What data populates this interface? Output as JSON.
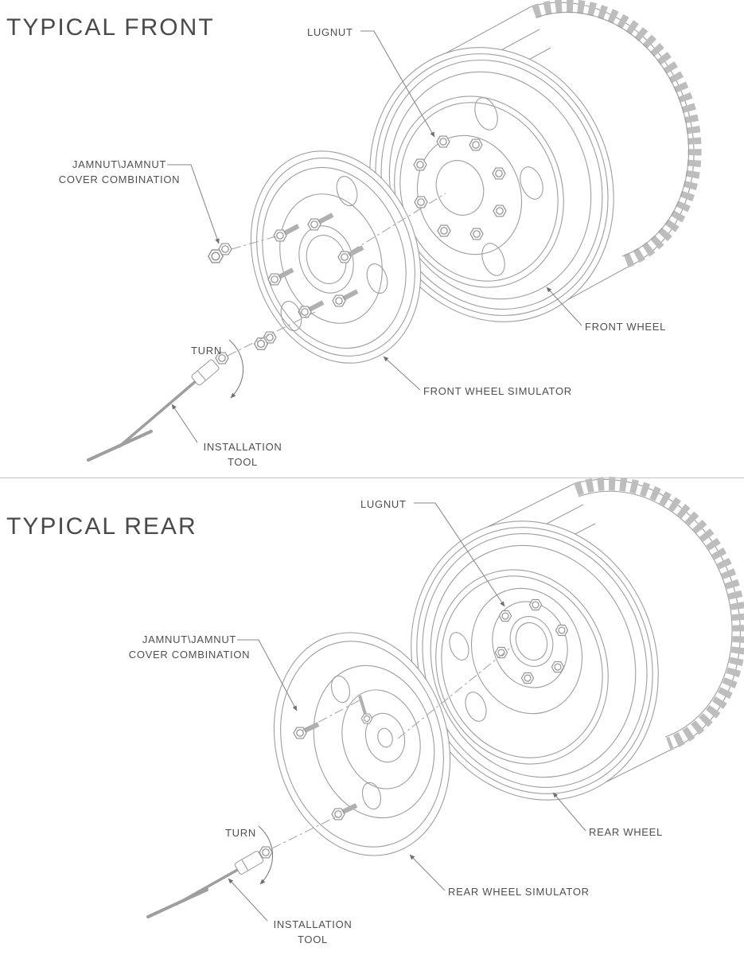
{
  "front": {
    "title": "TYPICAL FRONT",
    "labels": {
      "lugnut": "LUGNUT",
      "jamnut_line1": "JAMNUT\\JAMNUT",
      "jamnut_line2": "COVER COMBINATION",
      "turn": "TURN",
      "wheel": "FRONT WHEEL",
      "simulator": "FRONT WHEEL SIMULATOR",
      "tool_line1": "INSTALLATION",
      "tool_line2": "TOOL"
    }
  },
  "rear": {
    "title": "TYPICAL REAR",
    "labels": {
      "lugnut": "LUGNUT",
      "jamnut_line1": "JAMNUT\\JAMNUT",
      "jamnut_line2": "COVER COMBINATION",
      "turn": "TURN",
      "wheel": "REAR WHEEL",
      "simulator": "REAR WHEEL SIMULATOR",
      "tool_line1": "INSTALLATION",
      "tool_line2": "TOOL"
    }
  },
  "style": {
    "line_color": "#9e9e9e",
    "tread_color": "#bdbdbd",
    "leader_color": "#8a8a8a",
    "text_color": "#4f4f4f",
    "background": "#ffffff"
  }
}
